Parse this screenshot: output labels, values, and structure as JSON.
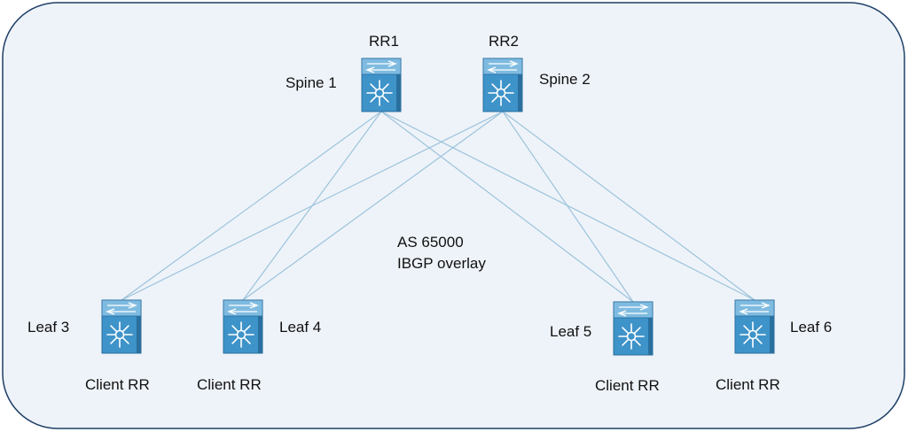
{
  "colors": {
    "frame_fill": "#eef3f9",
    "frame_stroke": "#1e3f66",
    "link_stroke": "#9cc3dc",
    "switch_fill": "#3e93c9",
    "switch_dark": "#2a6f9e",
    "switch_light": "#7fbbe0"
  },
  "icon": "network-switch-icon",
  "center": {
    "as_label": "AS 65000",
    "overlay_label": "IBGP overlay"
  },
  "spines": [
    {
      "id": "spine1",
      "name": "Spine 1",
      "role": "RR1"
    },
    {
      "id": "spine2",
      "name": "Spine 2",
      "role": "RR2"
    }
  ],
  "leaves": [
    {
      "id": "leaf3",
      "name": "Leaf 3",
      "role": "Client RR"
    },
    {
      "id": "leaf4",
      "name": "Leaf 4",
      "role": "Client RR"
    },
    {
      "id": "leaf5",
      "name": "Leaf 5",
      "role": "Client RR"
    },
    {
      "id": "leaf6",
      "name": "Leaf 6",
      "role": "Client RR"
    }
  ],
  "links": [
    [
      "spine1",
      "leaf3"
    ],
    [
      "spine1",
      "leaf4"
    ],
    [
      "spine1",
      "leaf5"
    ],
    [
      "spine1",
      "leaf6"
    ],
    [
      "spine2",
      "leaf3"
    ],
    [
      "spine2",
      "leaf4"
    ],
    [
      "spine2",
      "leaf5"
    ],
    [
      "spine2",
      "leaf6"
    ]
  ]
}
